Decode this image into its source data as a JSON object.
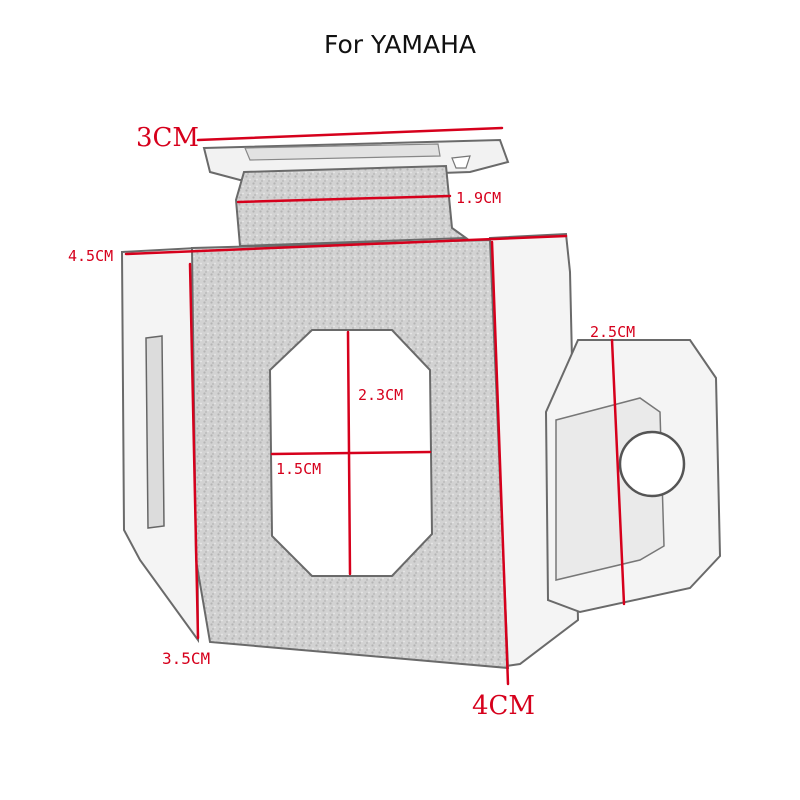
{
  "title": "For YAMAHA",
  "colors": {
    "dimension_line": "#d6001c",
    "label_text": "#d6001c",
    "outline": "#6a6a6a",
    "texture": "#c9c9c9",
    "panel_fill": "#f4f4f4"
  },
  "dimensions": {
    "top_width": "3CM",
    "neck_width": "1.9CM",
    "full_width": "4.5CM",
    "tab_height": "2.5CM",
    "window_height": "2.3CM",
    "window_width": "1.5CM",
    "left_height": "3.5CM",
    "main_height": "4CM"
  }
}
